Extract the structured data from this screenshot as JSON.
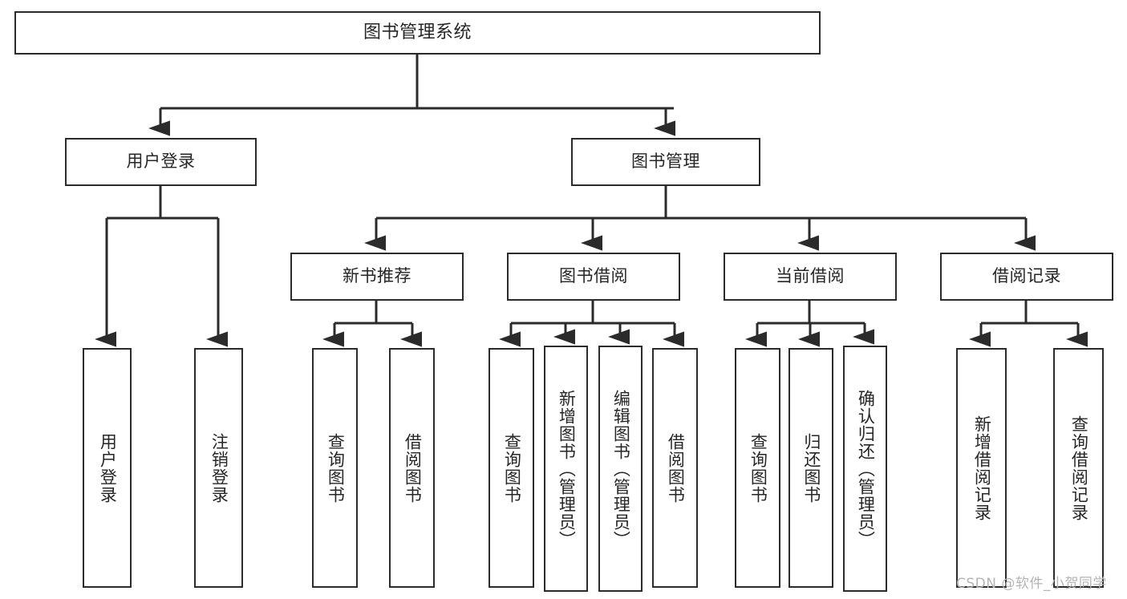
{
  "diagram": {
    "title": "图书管理系统",
    "type": "tree-hierarchy-chart",
    "root": {
      "label": "图书管理系统"
    },
    "level2": [
      {
        "label": "用户登录"
      },
      {
        "label": "图书管理"
      }
    ],
    "level3": [
      {
        "label": "新书推荐"
      },
      {
        "label": "图书借阅"
      },
      {
        "label": "当前借阅"
      },
      {
        "label": "借阅记录"
      }
    ],
    "leaves": {
      "user_login": [
        {
          "label": "用户登录"
        },
        {
          "label": "注销登录"
        }
      ],
      "new_book_recommend": [
        {
          "label": "查询图书"
        },
        {
          "label": "借阅图书"
        }
      ],
      "book_borrow": [
        {
          "label": "查询图书"
        },
        {
          "label": "新增图书（管理员）"
        },
        {
          "label": "编辑图书（管理员）"
        },
        {
          "label": "借阅图书"
        }
      ],
      "current_borrow": [
        {
          "label": "查询图书"
        },
        {
          "label": "归还图书"
        },
        {
          "label": "确认归还（管理员）"
        }
      ],
      "borrow_record": [
        {
          "label": "新增借阅记录"
        },
        {
          "label": "查询借阅记录"
        }
      ]
    }
  },
  "watermark": {
    "text": "CSDN @软件_小贺同学"
  },
  "colors": {
    "border": "#2b2b2b",
    "text": "#262626",
    "background": "#ffffff",
    "watermark": "#b4b4b4"
  }
}
